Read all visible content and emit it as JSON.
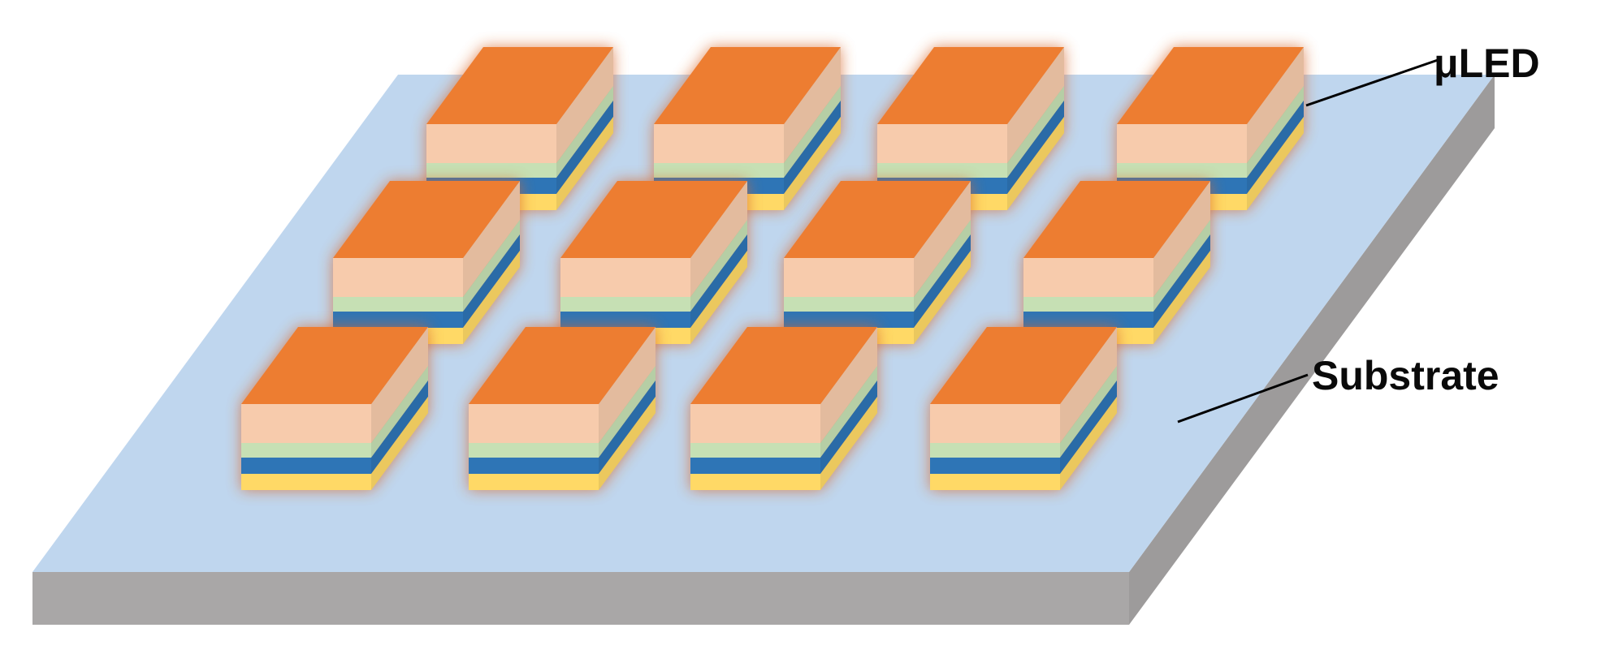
{
  "labels": {
    "led": "μLED",
    "substrate": "Substrate"
  },
  "led_array": {
    "rows": 3,
    "columns": 4
  },
  "colors": {
    "substrate_top": "#bfd6ee",
    "substrate_edge_front": "#a9a7a7",
    "substrate_edge_side": "#9d9b9b",
    "led_top": "#ed7d31",
    "led_layer_1": "#f7cbac",
    "led_layer_2": "#c6e0b4",
    "led_layer_3": "#2e75b6",
    "led_layer_4": "#ffd966",
    "led_glow": "#d9672a",
    "leader_line": "#000000"
  }
}
